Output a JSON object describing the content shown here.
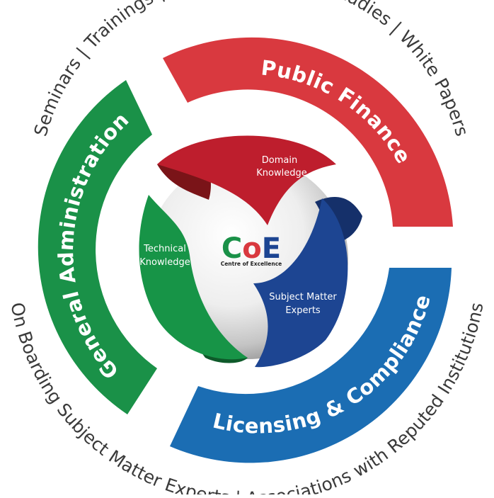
{
  "outer_ring": {
    "top": "Seminars | Trainings | Workshops | Case Studies | White Papers",
    "bottom": "On Boarding Subject Matter Experts | Associations with Reputed Institutions"
  },
  "segments": [
    {
      "label": "Public Finance",
      "color": "#d9393f"
    },
    {
      "label": "Licensing & Compliance",
      "color": "#1b6db3"
    },
    {
      "label": "General Administration",
      "color": "#1a9148"
    }
  ],
  "petals": [
    {
      "line1": "Domain",
      "line2": "Knowledge",
      "color": "#be1e2d"
    },
    {
      "line1": "Subject Matter",
      "line2": "Experts",
      "color": "#1d4592"
    },
    {
      "line1": "Technical",
      "line2": "Knowledge",
      "color": "#179447"
    }
  ],
  "center": {
    "logo_c": "C",
    "logo_o": "o",
    "logo_e": "E",
    "subtitle": "Centre of Excellence",
    "colors": {
      "c": "#1a9148",
      "o": "#d9393f",
      "e": "#1d4592"
    }
  }
}
